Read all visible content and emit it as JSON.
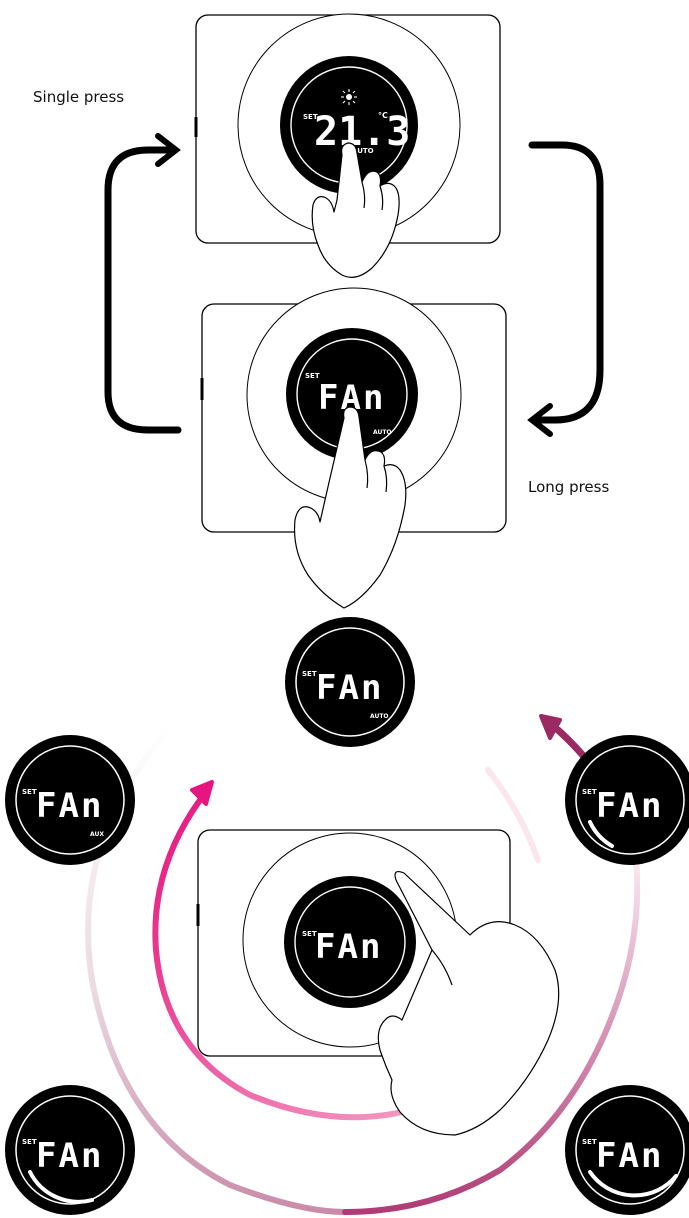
{
  "captions": {
    "single_press": "Single press",
    "long_press": "Long press"
  },
  "display_main": {
    "set": "SET",
    "temperature": "21.3",
    "unit": "°C",
    "mode": "AUTO",
    "icon": "sun-icon"
  },
  "display_fan_top": {
    "set": "SET",
    "text": "FAn",
    "mode": "AUTO"
  },
  "display_fan_auto": {
    "set": "SET",
    "text": "FAn",
    "mode": "AUTO"
  },
  "display_fan_aux": {
    "set": "SET",
    "text": "FAn",
    "mode": "AUX"
  },
  "display_fan_plain": {
    "set": "SET",
    "text": "FAn"
  },
  "display_fan_level1": {
    "set": "SET",
    "text": "FAn"
  },
  "display_fan_level2": {
    "set": "SET",
    "text": "FAn"
  },
  "display_fan_level3": {
    "set": "SET",
    "text": "FAn"
  },
  "colors": {
    "accent_magenta": "#e6157f",
    "accent_plum": "#9c2a62",
    "arrow_black": "#000000"
  },
  "icons": [
    "sun-icon",
    "hand-icon",
    "arrow-cycle-icon"
  ]
}
